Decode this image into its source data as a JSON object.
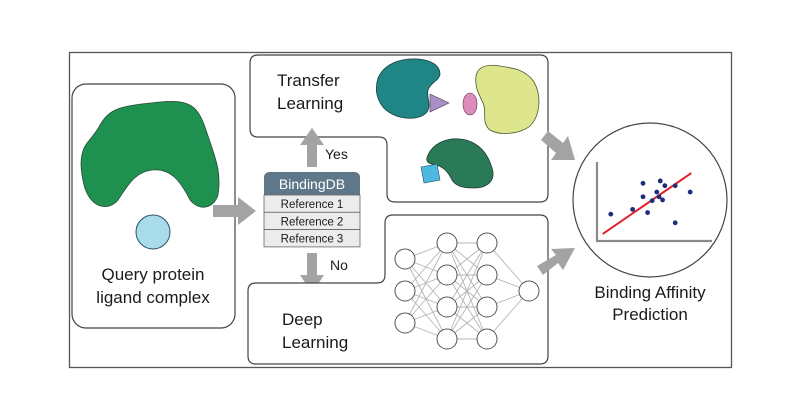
{
  "diagram": {
    "query_box": {
      "label_lines": [
        "Query protein",
        "ligand complex"
      ],
      "protein_color": "#1e9150",
      "ligand_color": "#a8dcea"
    },
    "database": {
      "title": "BindingDB",
      "header_color": "#5e7889",
      "row_color": "#ececec",
      "references": [
        "Reference 1",
        "Reference 2",
        "Reference 3"
      ]
    },
    "branches": {
      "yes_label": "Yes",
      "no_label": "No"
    },
    "transfer_box": {
      "label_lines": [
        "Transfer",
        "Learning"
      ],
      "shapes": [
        {
          "name": "teal-protein",
          "color": "#1f8585"
        },
        {
          "name": "purple-triangle",
          "color": "#a98fc4"
        },
        {
          "name": "pink-ellipse",
          "color": "#dd8cbb"
        },
        {
          "name": "yellow-protein",
          "color": "#dde68c"
        },
        {
          "name": "dark-green-protein",
          "color": "#2b7a57"
        },
        {
          "name": "blue-square",
          "color": "#4db8e0"
        }
      ]
    },
    "deep_box": {
      "label_lines": [
        "Deep",
        "Learning"
      ],
      "network_layers": [
        3,
        4,
        4,
        1
      ]
    },
    "prediction": {
      "label_lines": [
        "Binding Affinity",
        "Prediction"
      ],
      "point_color": "#1f2d7a",
      "fit_line_color": "#e0202a",
      "points": [
        [
          0.12,
          0.34
        ],
        [
          0.31,
          0.4
        ],
        [
          0.4,
          0.56
        ],
        [
          0.4,
          0.73
        ],
        [
          0.44,
          0.36
        ],
        [
          0.48,
          0.51
        ],
        [
          0.52,
          0.62
        ],
        [
          0.55,
          0.76
        ],
        [
          0.54,
          0.56
        ],
        [
          0.57,
          0.52
        ],
        [
          0.59,
          0.7
        ],
        [
          0.68,
          0.23
        ],
        [
          0.68,
          0.7
        ],
        [
          0.81,
          0.62
        ]
      ],
      "fit_line": [
        [
          0.05,
          0.09
        ],
        [
          0.82,
          0.86
        ]
      ]
    },
    "colors": {
      "arrow": "#a3a3a3",
      "border": "#555555"
    }
  }
}
